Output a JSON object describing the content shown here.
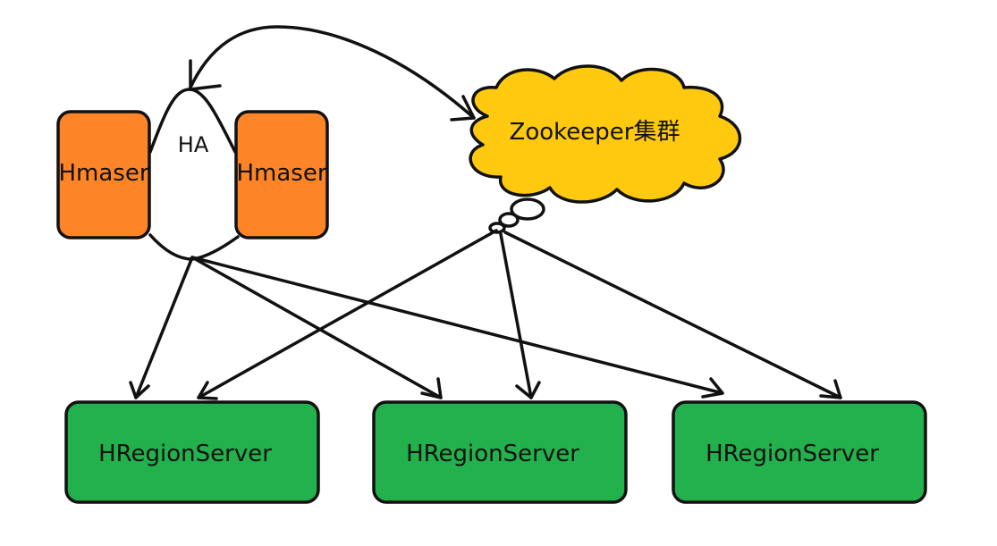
{
  "diagram": {
    "masters": [
      {
        "label": "Hmaser"
      },
      {
        "label": "Hmaser"
      }
    ],
    "ha_label": "HA",
    "zookeeper_label": "Zookeeper集群",
    "region_servers": [
      {
        "label": "HRegionServer"
      },
      {
        "label": "HRegionServer"
      },
      {
        "label": "HRegionServer"
      }
    ]
  },
  "colors": {
    "master_fill": "#fe8527",
    "region_fill": "#22b14c",
    "cloud_fill": "#fec90f",
    "stroke": "#111111"
  }
}
